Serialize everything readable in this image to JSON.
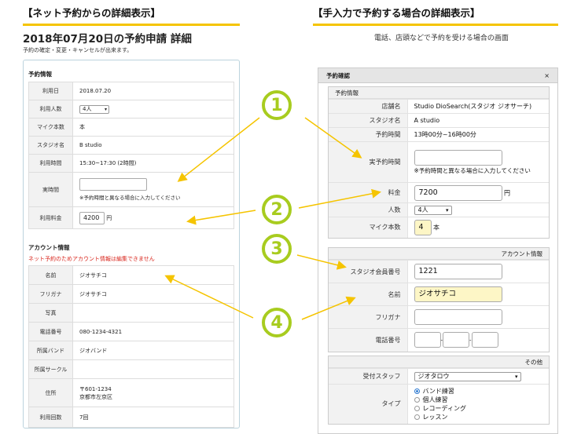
{
  "left_header": "【ネット予約からの詳細表示】",
  "right_header": "【手入力で予約する場合の詳細表示】",
  "left_title": "2018年07月20日の予約申請 詳細",
  "left_subtitle": "予約の確定・変更・キャンセルが出来ます。",
  "right_subtitle": "電話、店頭などで予約を受ける場合の画面",
  "left_panel": {
    "section1": "予約情報",
    "rows": [
      {
        "label": "利用日",
        "value": "2018.07.20"
      },
      {
        "label": "利用人数",
        "value": "4人"
      },
      {
        "label": "マイク本数",
        "value": "本"
      },
      {
        "label": "スタジオ名",
        "value": "B studio"
      },
      {
        "label": "利用時間",
        "value": "15:30~17:30 (2時間)"
      },
      {
        "label": "実時間",
        "value": "",
        "note": "※予約時間と異なる場合に入力してください"
      },
      {
        "label": "利用料金",
        "value": "4200",
        "unit": "円"
      }
    ],
    "section2": "アカウント情報",
    "warning": "ネット予約のためアカウント情報は編集できません",
    "account_rows": [
      {
        "label": "名前",
        "value": "ジオサチコ"
      },
      {
        "label": "フリガナ",
        "value": "ジオサチコ"
      },
      {
        "label": "写真",
        "value": ""
      },
      {
        "label": "電話番号",
        "value": "080-1234-4321"
      },
      {
        "label": "所属バンド",
        "value": "ジオバンド"
      },
      {
        "label": "所属サークル",
        "value": ""
      },
      {
        "label": "住所",
        "value": "〒601-1234",
        "value2": "京都市左京区"
      },
      {
        "label": "利用回数",
        "value": "7回"
      }
    ]
  },
  "right_panel": {
    "title": "予約確認",
    "close": "×",
    "section1": "予約情報",
    "rows": {
      "shop_label": "店舗名",
      "shop": "Studio DioSearch(スタジオ ジオサーチ)",
      "studio_label": "スタジオ名",
      "studio": "A studio",
      "time_label": "予約時間",
      "time": "13時00分~16時00分",
      "real_label": "実予約時間",
      "real_note": "※予約時間と異なる場合に入力してください",
      "fee_label": "料金",
      "fee": "7200",
      "fee_unit": "円",
      "people_label": "人数",
      "people": "4人",
      "mic_label": "マイク本数",
      "mic": "4",
      "mic_unit": "本"
    },
    "section2": "アカウント情報",
    "account": {
      "member_label": "スタジオ会員番号",
      "member": "1221",
      "name_label": "名前",
      "name": "ジオサチコ",
      "kana_label": "フリガナ",
      "kana": "",
      "phone_label": "電話番号",
      "phone_sep": "-"
    },
    "section3": "その他",
    "other": {
      "staff_label": "受付スタッフ",
      "staff": "ジオタロウ",
      "type_label": "タイプ",
      "types": [
        "バンド練習",
        "個人練習",
        "レコーディング",
        "レッスン"
      ],
      "selected_type": "バンド練習"
    }
  },
  "badges": [
    "1",
    "2",
    "3",
    "4"
  ],
  "colors": {
    "accent_yellow": "#f5c400",
    "badge_green": "#a8cc1f",
    "arrow_yellow": "#f5c400",
    "highlight": "#fdf6c6",
    "warning_red": "#d9271e"
  }
}
